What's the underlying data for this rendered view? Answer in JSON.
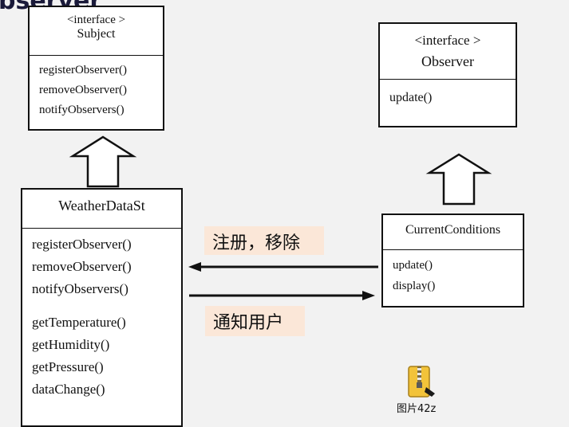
{
  "header": {
    "title_fragment": "bserver"
  },
  "subject": {
    "stereotype": "<interface >",
    "name": "Subject",
    "methods": [
      "registerObserver()",
      "removeObserver()",
      "notifyObservers()"
    ]
  },
  "observer": {
    "stereotype": "<interface >",
    "name": "Observer",
    "methods": [
      "update()"
    ]
  },
  "weather_data": {
    "name": "WeatherDataSt",
    "methods": [
      "registerObserver()",
      "removeObserver()",
      "notifyObservers()"
    ],
    "getters": [
      "getTemperature()",
      "getHumidity()",
      "getPressure()",
      "dataChange()"
    ]
  },
  "current_conditions": {
    "name": "CurrentConditions",
    "methods": [
      "update()",
      "display()"
    ]
  },
  "labels": {
    "register_remove": "注册，移除",
    "notify_user": "通知用户"
  },
  "desktop_icon": {
    "label": "图片42z"
  },
  "colors": {
    "label_bg": "#fbe7d8",
    "icon": "#f2c33a"
  }
}
